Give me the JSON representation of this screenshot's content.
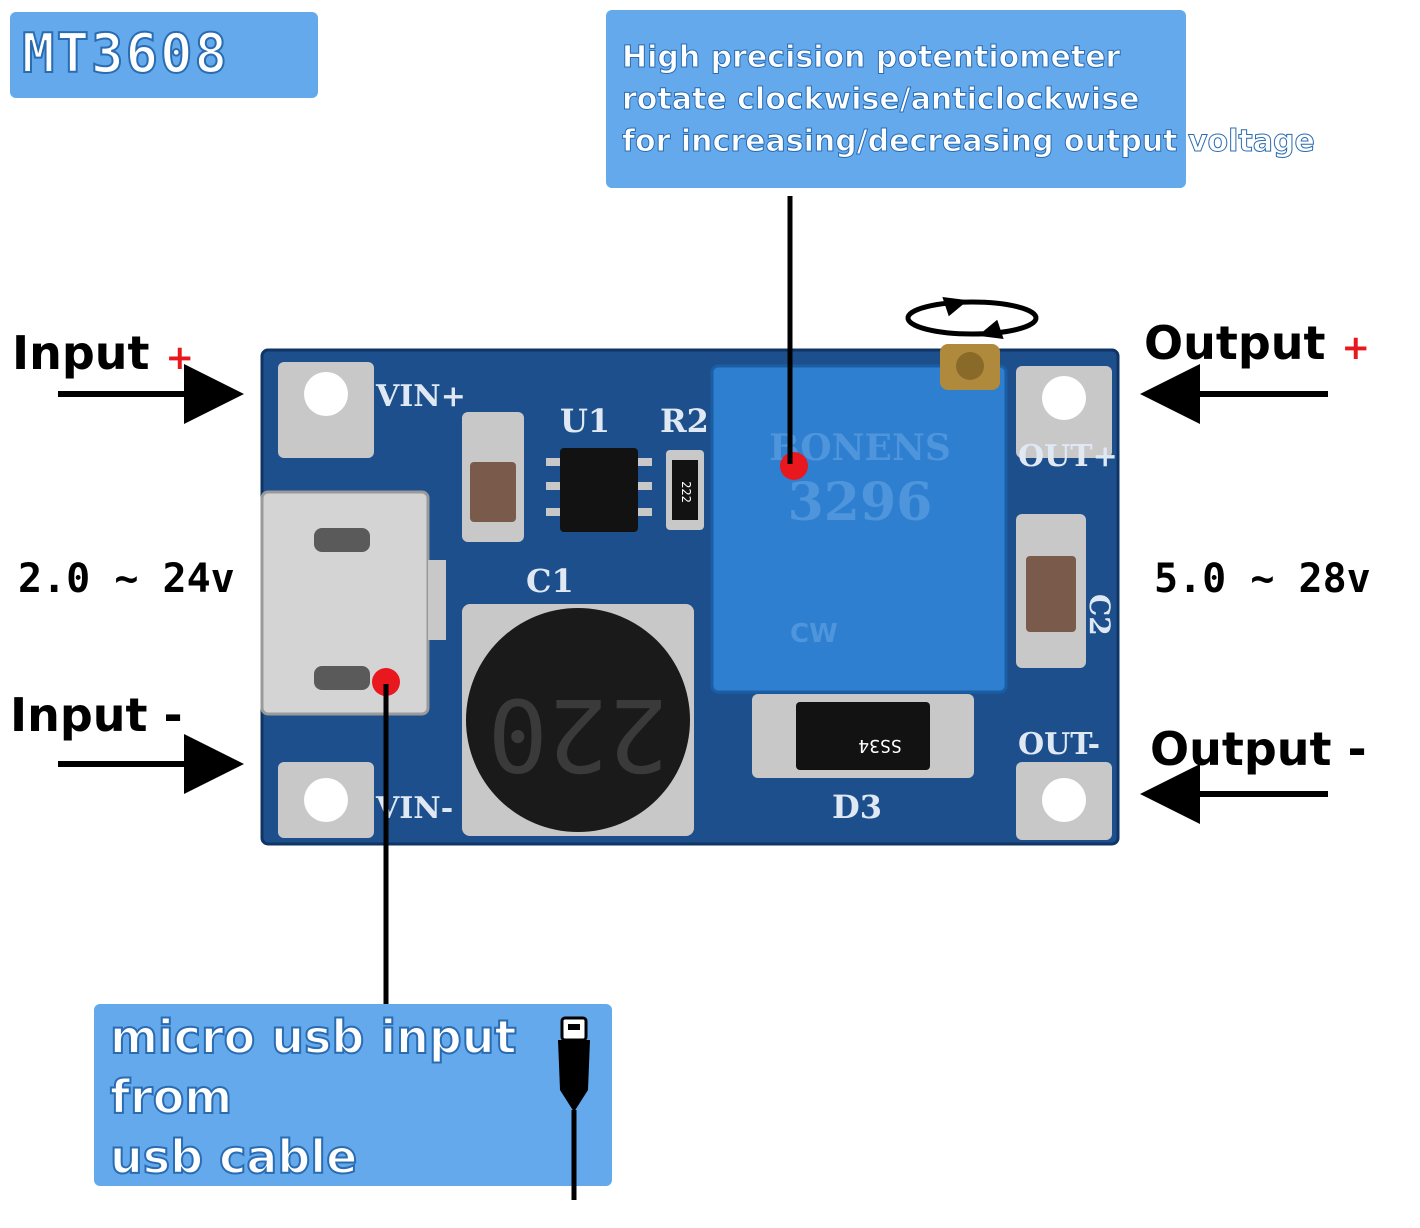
{
  "title": "MT3608",
  "potentiometer_note": {
    "lines": [
      "High precision potentiometer",
      "rotate clockwise/anticlockwise",
      "for increasing/decreasing output voltage"
    ]
  },
  "usb_note": {
    "lines": [
      "micro usb input",
      "from",
      "usb  cable"
    ]
  },
  "input_plus": {
    "label": "Input",
    "sign": "+"
  },
  "input_minus": {
    "label": "Input -"
  },
  "input_range": "2.0 ~ 24v",
  "output_plus": {
    "label": "Output",
    "sign": "+"
  },
  "output_minus": {
    "label": "Output -"
  },
  "output_range": "5.0 ~ 28v",
  "board_silkscreen": {
    "vin_plus": "VIN+",
    "vin_minus": "VIN-",
    "u1": "U1",
    "r2": "R2",
    "c1": "C1",
    "c2": "C2",
    "d3": "D3",
    "out_plus": "OUT+",
    "out_minus": "OUT-",
    "inductor": "220",
    "diode": "SS34",
    "resistor": "222",
    "pot_brand": "BONENS",
    "pot_model": "3296",
    "pot_cw": "CW"
  },
  "colors": {
    "callout_blue": "#63a9ec",
    "pcb_blue": "#1c4f8c",
    "pot_blue": "#2f7fd0",
    "marker_red": "#e8181e"
  }
}
